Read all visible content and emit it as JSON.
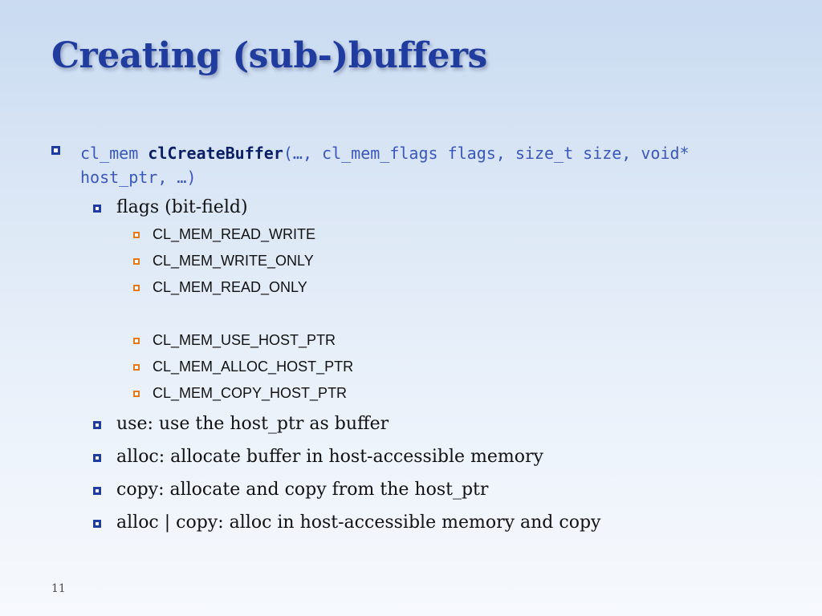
{
  "slide": {
    "title": "Creating (sub-)buffers",
    "signature": {
      "prefix": "cl_mem ",
      "function": "clCreateBuffer",
      "suffix": "(…, cl_mem_flags flags, size_t size, void* host_ptr, …)"
    },
    "flags_heading": "flags (bit-field)",
    "flags_access": [
      "CL_MEM_READ_WRITE",
      "CL_MEM_WRITE_ONLY",
      "CL_MEM_READ_ONLY"
    ],
    "flags_host": [
      "CL_MEM_USE_HOST_PTR",
      "CL_MEM_ALLOC_HOST_PTR",
      "CL_MEM_COPY_HOST_PTR"
    ],
    "notes": [
      "use: use the host_ptr as buffer",
      "alloc: allocate buffer in host-accessible memory",
      "copy: allocate and copy from the host_ptr",
      "alloc | copy: alloc in host-accessible memory and copy"
    ],
    "slide_number": "11",
    "colors": {
      "title": "#1f3c9e",
      "code": "#3a57b9",
      "bullet_l2": "#1f3c9e",
      "bullet_l3": "#e4791a"
    }
  }
}
